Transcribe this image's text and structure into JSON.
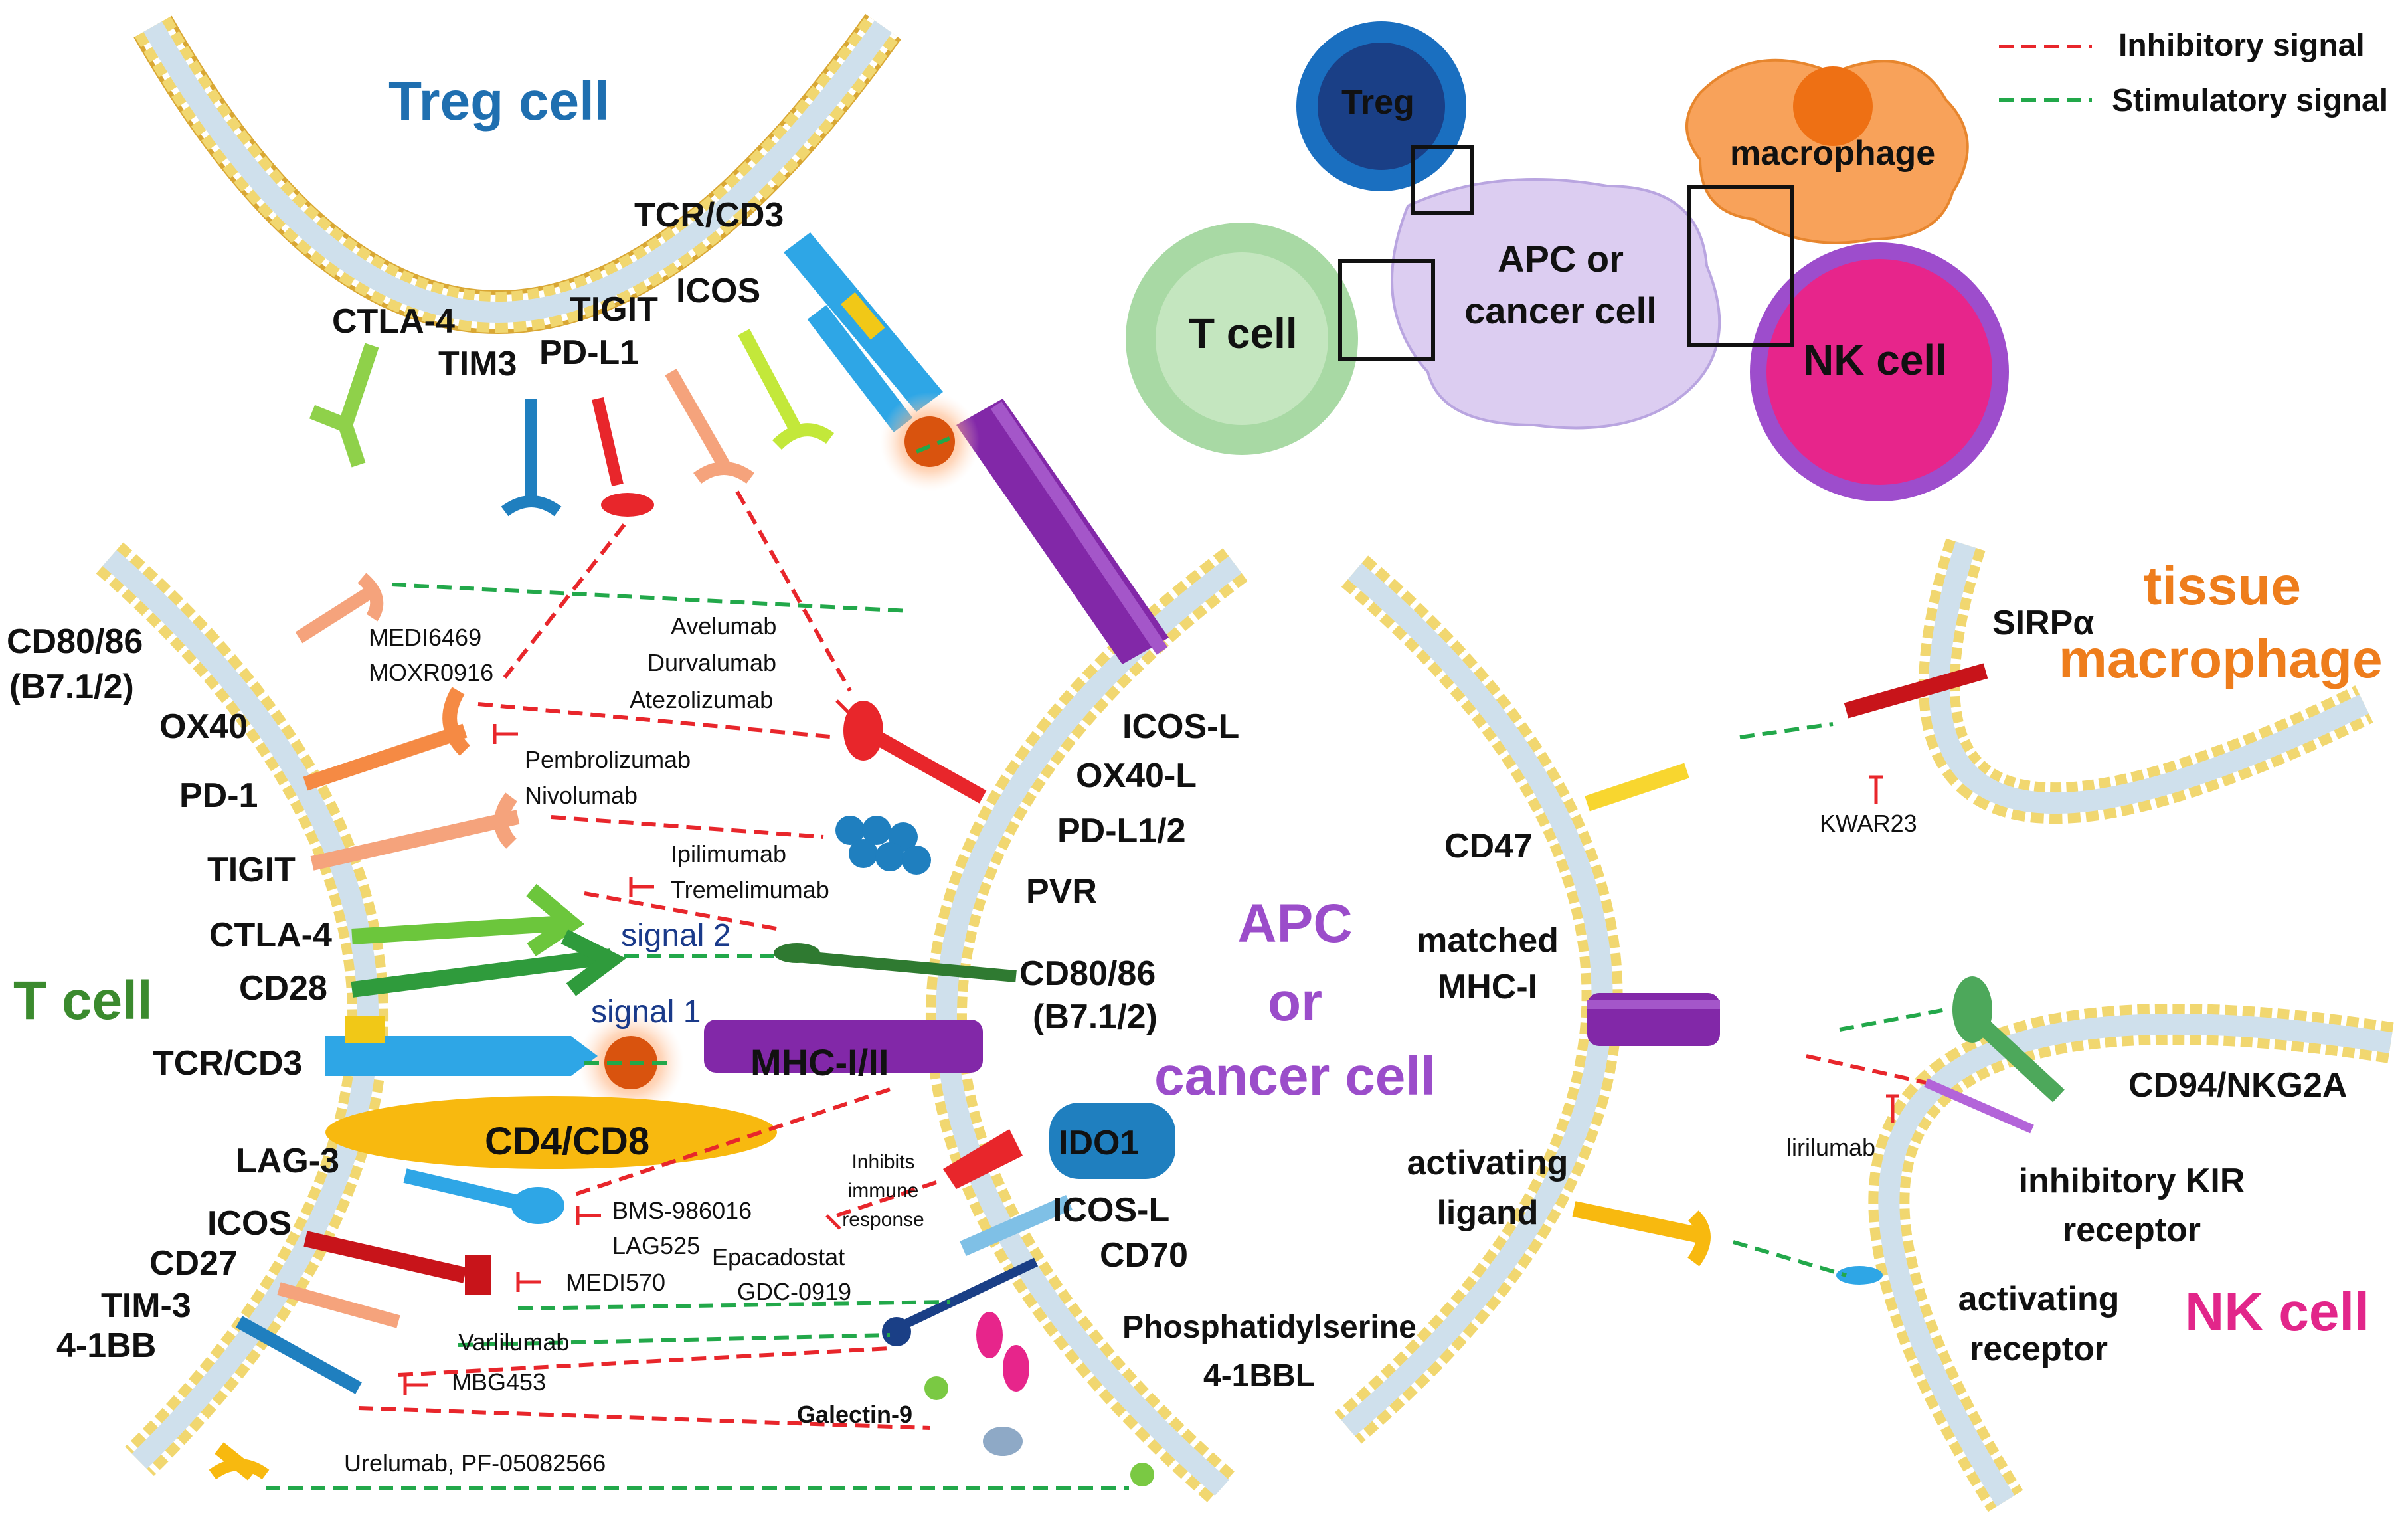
{
  "titles": {
    "treg_cell": "Treg cell",
    "t_cell": "T cell",
    "apc_cancer": [
      "APC",
      "or",
      "cancer cell"
    ],
    "tissue_macrophage": [
      "tissue",
      "macrophage"
    ],
    "nk_cell": "NK cell"
  },
  "legend": {
    "inhibitory": "Inhibitory signal",
    "stimulatory": "Stimulatory signal",
    "colors": {
      "inhibitory": "#e8262b",
      "stimulatory": "#22a84a"
    }
  },
  "overview": {
    "treg": "Treg",
    "t_cell": "T cell",
    "apc": [
      "APC or",
      "cancer cell"
    ],
    "macrophage": "macrophage",
    "nk_cell": "NK cell"
  },
  "treg_receptors": {
    "tcr_cd3": "TCR/CD3",
    "ctla4": "CTLA-4",
    "tigit": "TIGIT",
    "icos": "ICOS",
    "tim3": "TIM3",
    "pdl1": "PD-L1"
  },
  "tcell_receptors": {
    "cd80_86": [
      "CD80/86",
      "(B7.1/2)"
    ],
    "ox40": "OX40",
    "pd1": "PD-1",
    "tigit": "TIGIT",
    "ctla4": "CTLA-4",
    "cd28": "CD28",
    "tcr_cd3": "TCR/CD3",
    "cd4_cd8": "CD4/CD8",
    "lag3": "LAG-3",
    "icos": "ICOS",
    "cd27": "CD27",
    "tim3": "TIM-3",
    "four1bb": "4-1BB"
  },
  "apc_ligands": {
    "icosl": "ICOS-L",
    "ox40l": "OX40-L",
    "pdl12": "PD-L1/2",
    "pvr": "PVR",
    "cd80_86": [
      "CD80/86",
      "(B7.1/2)"
    ],
    "mhc": "MHC-I/II",
    "ido1": "IDO1",
    "icosl2": "ICOS-L",
    "cd70": "CD70",
    "ps": "Phosphatidylserine",
    "four1bbl": "4-1BBL",
    "galectin9": "Galectin-9",
    "inhibits": [
      "Inhibits",
      "immune",
      "response"
    ]
  },
  "signals": {
    "signal1": "signal 1",
    "signal2": "signal 2"
  },
  "drugs": {
    "medi6469": "MEDI6469",
    "moxr0916": "MOXR0916",
    "avelumab": "Avelumab",
    "durvalumab": "Durvalumab",
    "atezolizumab": "Atezolizumab",
    "pembrolizumab": "Pembrolizumab",
    "nivolumab": "Nivolumab",
    "ipilimumab": "Ipilimumab",
    "tremelimumab": "Tremelimumab",
    "bms": "BMS-986016",
    "lag525": "LAG525",
    "epacadostat": "Epacadostat",
    "gdc": "GDC-0919",
    "medi570": "MEDI570",
    "varlilumab": "Varlilumab",
    "mbg453": "MBG453",
    "urelumab": "Urelumab, PF-05082566",
    "kwar23": "KWAR23",
    "lirilumab": "lirilumab"
  },
  "nk_panel": {
    "sirpa": "SIRPα",
    "cd47": "CD47",
    "matched": [
      "matched",
      "MHC-I"
    ],
    "activating_ligand": [
      "activating",
      "ligand"
    ],
    "cd94": "CD94/NKG2A",
    "inhib_kir": [
      "inhibitory KIR",
      "receptor"
    ],
    "activating_receptor": [
      "activating",
      "receptor"
    ]
  }
}
